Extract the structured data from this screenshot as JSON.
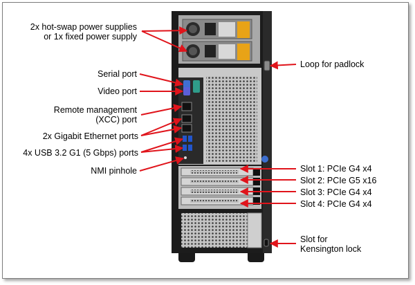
{
  "callouts": {
    "power_supplies": "2x hot-swap power supplies\nor 1x fixed power supply",
    "serial_port": "Serial port",
    "video_port": "Video port",
    "remote_mgmt": "Remote management\n(XCC) port",
    "ethernet": "2x Gigabit Ethernet ports",
    "usb": "4x USB 3.2 G1 (5 Gbps) ports",
    "nmi": "NMI pinhole",
    "padlock": "Loop for padlock",
    "slot1": "Slot 1: PCIe G4 x4",
    "slot2": "Slot 2: PCIe G5 x16",
    "slot3": "Slot 3: PCIe G4 x4",
    "slot4": "Slot 4: PCIe G4 x4",
    "kensington": "Slot for\nKensington lock"
  },
  "colors": {
    "arrow": "#e0141b",
    "chassis": "#1c1c1c",
    "panel": "#c9c9c9"
  }
}
